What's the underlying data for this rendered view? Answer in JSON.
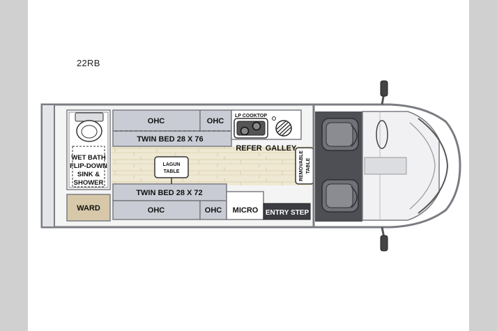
{
  "model_name": "22RB",
  "labels": {
    "ohc_top_left": "OHC",
    "ohc_top_right": "OHC",
    "lp_cooktop": "LP COOKTOP",
    "twin_bed_top": "TWIN BED 28 X 76",
    "refer": "REFER",
    "galley": "GALLEY",
    "wet_bath_1": "WET BATH",
    "wet_bath_2": "FLIP-DOWN",
    "wet_bath_3": "SINK &",
    "wet_bath_4": "SHOWER",
    "lagun_1": "LAGUN",
    "lagun_2": "TABLE",
    "removable_table_1": "REMOVABLE",
    "removable_table_2": "TABLE",
    "twin_bed_bottom": "TWIN BED 28 X 72",
    "ward": "WARD",
    "ohc_bottom_left": "OHC",
    "ohc_bottom_right": "OHC",
    "micro": "MICRO",
    "entry_step": "ENTRY STEP"
  },
  "colors": {
    "background": "#d0d0d0",
    "page": "#ffffff",
    "cabinet": "#c9ccd4",
    "floor": "#efe8d2",
    "ward": "#d7c8a9",
    "cab_dark": "#4d4f55",
    "entry_step": "#3c3d42"
  }
}
